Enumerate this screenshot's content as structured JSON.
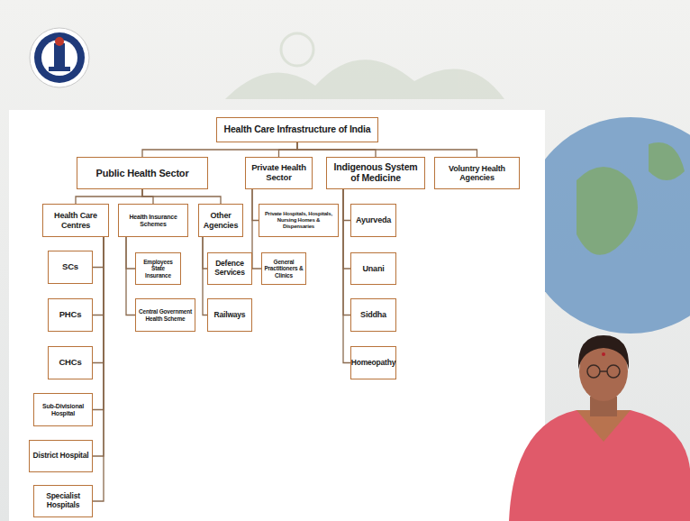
{
  "diagram": {
    "nodes": [
      {
        "text": [
          "Health Care Infrastructure of India"
        ]
      },
      {
        "text": [
          "Public Health Sector"
        ]
      },
      {
        "text": [
          "Private Health Sector"
        ]
      },
      {
        "text": [
          "Indigenous System of Medicine"
        ]
      },
      {
        "text": [
          "Voluntry Health Agencies"
        ]
      },
      {
        "text": [
          "Health Care Centres"
        ]
      },
      {
        "text": [
          "Health Insurance Schemes"
        ]
      },
      {
        "text": [
          "Other Agencies"
        ]
      },
      {
        "text": [
          "Private Hospitals, Hospitals, Nursing Homes & Dispensaries"
        ]
      },
      {
        "text": [
          "Ayurveda"
        ]
      },
      {
        "text": [
          "SCs"
        ]
      },
      {
        "text": [
          "Employees State Insurance"
        ]
      },
      {
        "text": [
          "Defence Services"
        ]
      },
      {
        "text": [
          "General Practitioners & Clinics"
        ]
      },
      {
        "text": [
          "Unani"
        ]
      },
      {
        "text": [
          "Railways"
        ]
      },
      {
        "text": [
          "PHCs"
        ]
      },
      {
        "text": [
          "Central Government Health Scheme"
        ]
      },
      {
        "text": [
          "Siddha"
        ]
      },
      {
        "text": [
          "CHCs"
        ]
      },
      {
        "text": [
          "Homeopathy"
        ]
      },
      {
        "text": [
          "Sub-Divisional Hospital"
        ]
      },
      {
        "text": [
          "District Hospital"
        ]
      },
      {
        "text": [
          "Specialist Hospitals"
        ]
      }
    ],
    "edges": [
      {
        "from": 0,
        "to": 1,
        "arrow": "none"
      },
      {
        "from": 0,
        "to": 2,
        "arrow": "none"
      },
      {
        "from": 0,
        "to": 3,
        "arrow": "none"
      },
      {
        "from": 0,
        "to": 4,
        "arrow": "none"
      },
      {
        "from": 1,
        "to": 5,
        "arrow": "none"
      },
      {
        "from": 1,
        "to": 6,
        "arrow": "none"
      },
      {
        "from": 1,
        "to": 7,
        "arrow": "none"
      },
      {
        "from": 2,
        "to": 8,
        "arrow": "none"
      },
      {
        "from": 2,
        "to": 13,
        "arrow": "none"
      },
      {
        "from": 3,
        "to": 9,
        "arrow": "none"
      },
      {
        "from": 3,
        "to": 14,
        "arrow": "none"
      },
      {
        "from": 3,
        "to": 18,
        "arrow": "none"
      },
      {
        "from": 3,
        "to": 20,
        "arrow": "none"
      },
      {
        "from": 5,
        "to": 10,
        "arrow": "none"
      },
      {
        "from": 5,
        "to": 16,
        "arrow": "none"
      },
      {
        "from": 5,
        "to": 19,
        "arrow": "none"
      },
      {
        "from": 5,
        "to": 21,
        "arrow": "none"
      },
      {
        "from": 5,
        "to": 22,
        "arrow": "none"
      },
      {
        "from": 5,
        "to": 23,
        "arrow": "none"
      },
      {
        "from": 6,
        "to": 11,
        "arrow": "none"
      },
      {
        "from": 6,
        "to": 17,
        "arrow": "none"
      },
      {
        "from": 7,
        "to": 12,
        "arrow": "none"
      },
      {
        "from": 7,
        "to": 15,
        "arrow": "none"
      }
    ]
  }
}
